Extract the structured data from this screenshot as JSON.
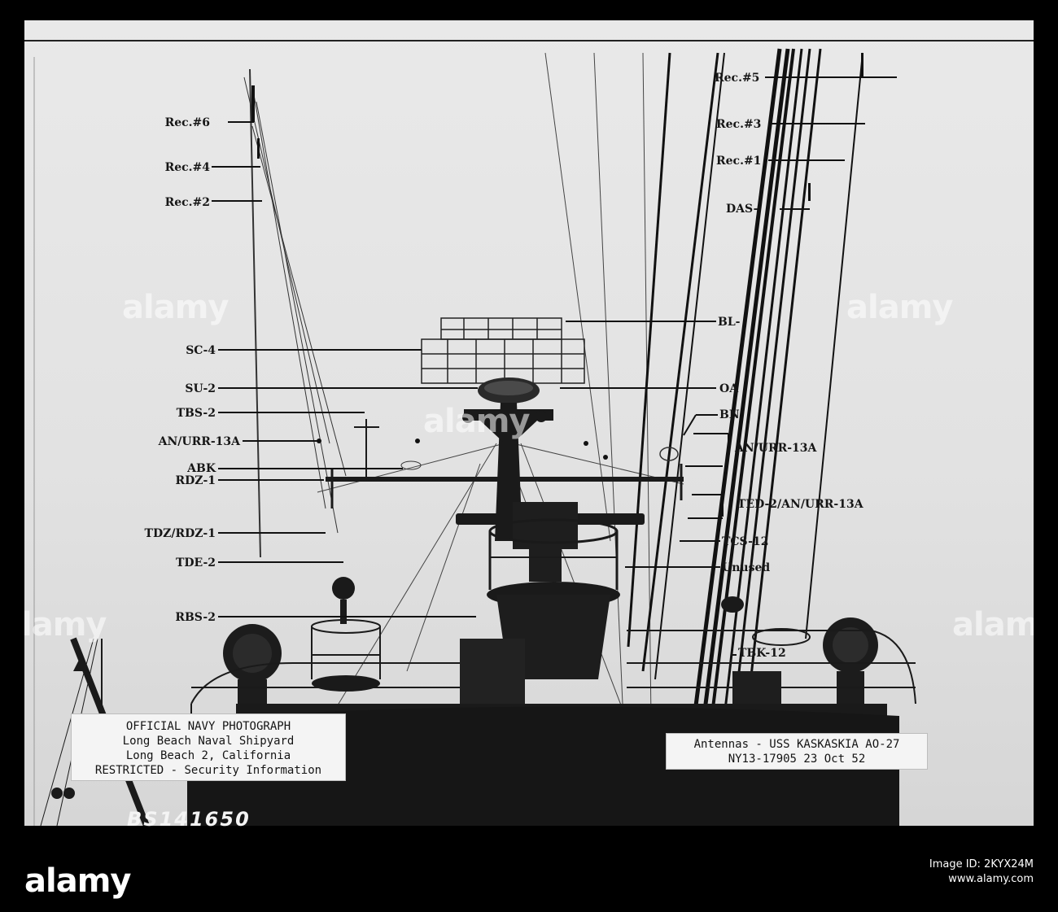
{
  "labels_left": [
    {
      "id": "rec6",
      "text": "Rec.#6"
    },
    {
      "id": "rec4",
      "text": "Rec.#4"
    },
    {
      "id": "rec2",
      "text": "Rec.#2"
    },
    {
      "id": "sc4",
      "text": "SC-4"
    },
    {
      "id": "su2",
      "text": "SU-2"
    },
    {
      "id": "tbs2",
      "text": "TBS-2"
    },
    {
      "id": "anurr13a",
      "text": "AN/URR-13A"
    },
    {
      "id": "abk",
      "text": "ABK"
    },
    {
      "id": "rdz1",
      "text": "RDZ-1"
    },
    {
      "id": "tdzrdz1",
      "text": "TDZ/RDZ-1"
    },
    {
      "id": "tde2",
      "text": "TDE-2"
    },
    {
      "id": "rbs2",
      "text": "RBS-2"
    }
  ],
  "labels_right": [
    {
      "id": "rec5",
      "text": "Rec.#5"
    },
    {
      "id": "rec3",
      "text": "Rec.#3"
    },
    {
      "id": "rec1",
      "text": "Rec.#1"
    },
    {
      "id": "das",
      "text": "DAS-"
    },
    {
      "id": "bl",
      "text": "BL-"
    },
    {
      "id": "oa",
      "text": "OA"
    },
    {
      "id": "bn",
      "text": "BN"
    },
    {
      "id": "anurr13a_r",
      "text": "AN/URR-13A"
    },
    {
      "id": "tdd2",
      "text": "TED-2/AN/URR-13A"
    },
    {
      "id": "tcs12",
      "text": "TCS-12"
    },
    {
      "id": "unused",
      "text": "Unused"
    },
    {
      "id": "tbk12",
      "text": "TBK-12"
    }
  ],
  "card_left": {
    "lines": [
      "OFFICIAL NAVY PHOTOGRAPH",
      "Long Beach Naval Shipyard",
      "Long Beach 2, California",
      "RESTRICTED - Security Information"
    ]
  },
  "card_right": {
    "lines": [
      "Antennas - USS KASKASKIA   AO-27",
      "NY13-17905   23 Oct 52"
    ]
  },
  "negative_number": "BS141650",
  "watermarks": [
    "alamy",
    "alamy",
    "alamy",
    "alamy",
    "alamy"
  ],
  "footer": {
    "logo": "alamy",
    "image_id_line": "Image ID: 2KYX24M",
    "site": "www.alamy.com"
  }
}
